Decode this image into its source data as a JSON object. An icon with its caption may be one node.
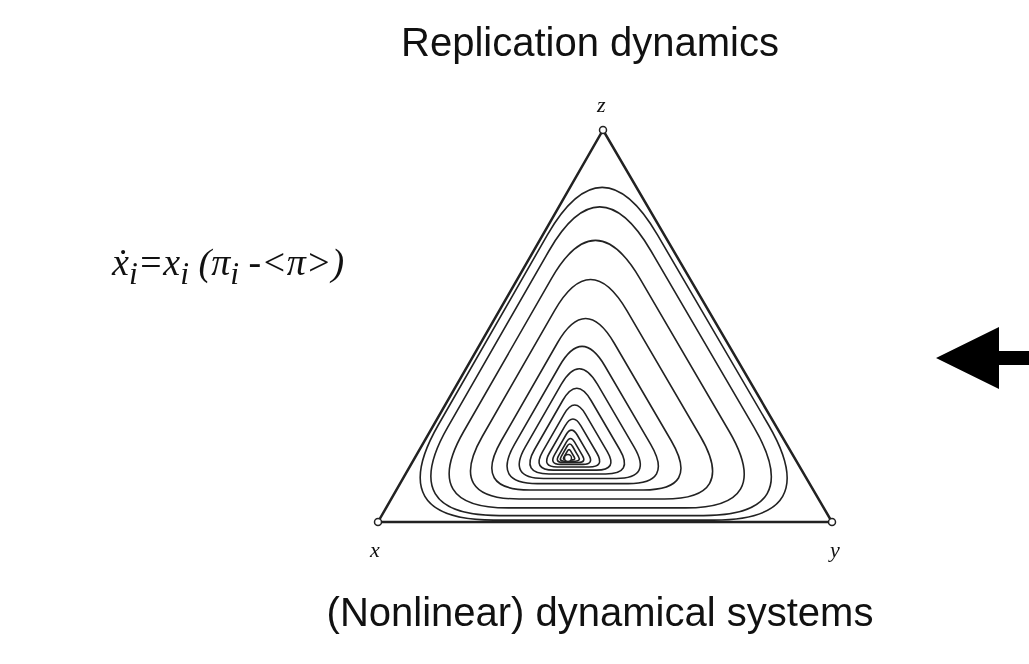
{
  "diagram": {
    "title": "Replication dynamics",
    "caption": "(Nonlinear) dynamical systems",
    "nodes": [
      {
        "text": [],
        "shape": "picture"
      }
    ],
    "labels": [
      "ẋ$_{i}$=x$_{i}$ (π$_{i}$ -<π>)",
      "z",
      "x",
      "y"
    ]
  }
}
